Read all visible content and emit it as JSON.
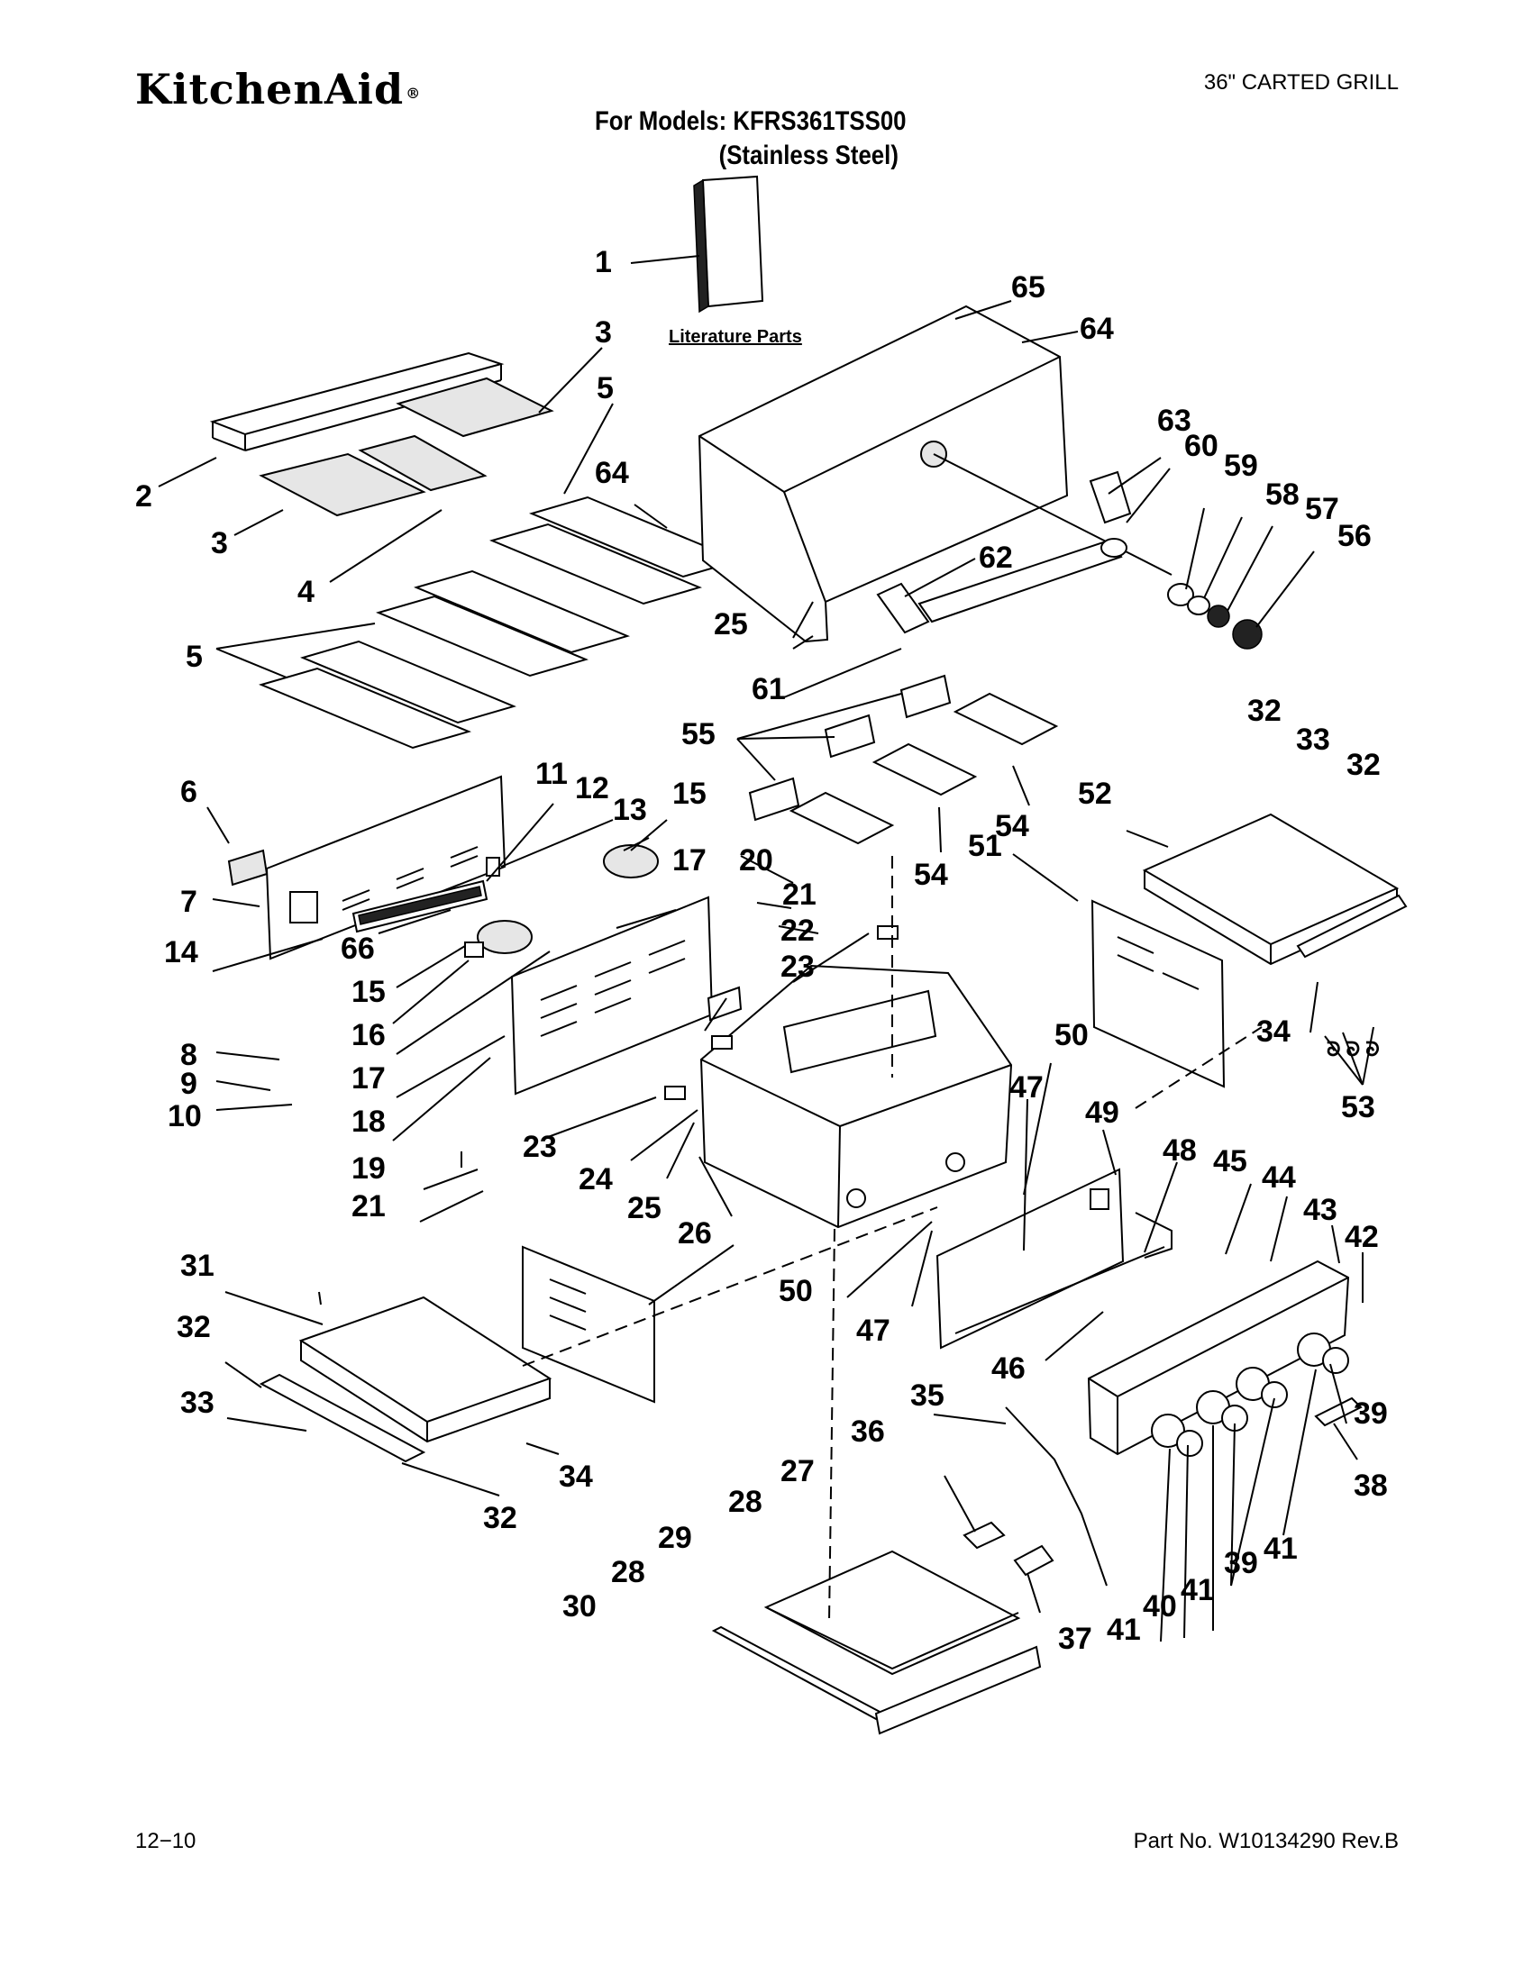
{
  "header": {
    "brand": "KitchenAid",
    "brand_mark": "®",
    "doc_type": "36\" CARTED GRILL",
    "models_line": "For Models: KFRS361TSS00",
    "finish_line": "(Stainless Steel)"
  },
  "diagram": {
    "literature_label": "Literature Parts",
    "callouts": [
      {
        "id": "c1",
        "label": "1"
      },
      {
        "id": "c2",
        "label": "2"
      },
      {
        "id": "c3a",
        "label": "3"
      },
      {
        "id": "c3b",
        "label": "3"
      },
      {
        "id": "c4",
        "label": "4"
      },
      {
        "id": "c5a",
        "label": "5"
      },
      {
        "id": "c5b",
        "label": "5"
      },
      {
        "id": "c6",
        "label": "6"
      },
      {
        "id": "c7",
        "label": "7"
      },
      {
        "id": "c8",
        "label": "8"
      },
      {
        "id": "c9",
        "label": "9"
      },
      {
        "id": "c10",
        "label": "10"
      },
      {
        "id": "c11",
        "label": "11"
      },
      {
        "id": "c12",
        "label": "12"
      },
      {
        "id": "c13",
        "label": "13"
      },
      {
        "id": "c14",
        "label": "14"
      },
      {
        "id": "c15a",
        "label": "15"
      },
      {
        "id": "c15b",
        "label": "15"
      },
      {
        "id": "c16",
        "label": "16"
      },
      {
        "id": "c17a",
        "label": "17"
      },
      {
        "id": "c17b",
        "label": "17"
      },
      {
        "id": "c18",
        "label": "18"
      },
      {
        "id": "c19",
        "label": "19"
      },
      {
        "id": "c20",
        "label": "20"
      },
      {
        "id": "c21a",
        "label": "21"
      },
      {
        "id": "c21b",
        "label": "21"
      },
      {
        "id": "c22",
        "label": "22"
      },
      {
        "id": "c23a",
        "label": "23"
      },
      {
        "id": "c23b",
        "label": "23"
      },
      {
        "id": "c24",
        "label": "24"
      },
      {
        "id": "c25a",
        "label": "25"
      },
      {
        "id": "c25b",
        "label": "25"
      },
      {
        "id": "c26",
        "label": "26"
      },
      {
        "id": "c27",
        "label": "27"
      },
      {
        "id": "c28a",
        "label": "28"
      },
      {
        "id": "c28b",
        "label": "28"
      },
      {
        "id": "c29",
        "label": "29"
      },
      {
        "id": "c30",
        "label": "30"
      },
      {
        "id": "c31",
        "label": "31"
      },
      {
        "id": "c32a",
        "label": "32"
      },
      {
        "id": "c32b",
        "label": "32"
      },
      {
        "id": "c32c",
        "label": "32"
      },
      {
        "id": "c32d",
        "label": "32"
      },
      {
        "id": "c33a",
        "label": "33"
      },
      {
        "id": "c33b",
        "label": "33"
      },
      {
        "id": "c34a",
        "label": "34"
      },
      {
        "id": "c34b",
        "label": "34"
      },
      {
        "id": "c35",
        "label": "35"
      },
      {
        "id": "c36",
        "label": "36"
      },
      {
        "id": "c37",
        "label": "37"
      },
      {
        "id": "c38",
        "label": "38"
      },
      {
        "id": "c39a",
        "label": "39"
      },
      {
        "id": "c39b",
        "label": "39"
      },
      {
        "id": "c40",
        "label": "40"
      },
      {
        "id": "c41a",
        "label": "41"
      },
      {
        "id": "c41b",
        "label": "41"
      },
      {
        "id": "c41c",
        "label": "41"
      },
      {
        "id": "c42",
        "label": "42"
      },
      {
        "id": "c43",
        "label": "43"
      },
      {
        "id": "c44",
        "label": "44"
      },
      {
        "id": "c45",
        "label": "45"
      },
      {
        "id": "c46",
        "label": "46"
      },
      {
        "id": "c47a",
        "label": "47"
      },
      {
        "id": "c47b",
        "label": "47"
      },
      {
        "id": "c48",
        "label": "48"
      },
      {
        "id": "c49",
        "label": "49"
      },
      {
        "id": "c50a",
        "label": "50"
      },
      {
        "id": "c50b",
        "label": "50"
      },
      {
        "id": "c51",
        "label": "51"
      },
      {
        "id": "c52",
        "label": "52"
      },
      {
        "id": "c53",
        "label": "53"
      },
      {
        "id": "c54a",
        "label": "54"
      },
      {
        "id": "c54b",
        "label": "54"
      },
      {
        "id": "c55",
        "label": "55"
      },
      {
        "id": "c56",
        "label": "56"
      },
      {
        "id": "c57",
        "label": "57"
      },
      {
        "id": "c58",
        "label": "58"
      },
      {
        "id": "c59",
        "label": "59"
      },
      {
        "id": "c60",
        "label": "60"
      },
      {
        "id": "c61",
        "label": "61"
      },
      {
        "id": "c62",
        "label": "62"
      },
      {
        "id": "c63",
        "label": "63"
      },
      {
        "id": "c64a",
        "label": "64"
      },
      {
        "id": "c64b",
        "label": "64"
      },
      {
        "id": "c65",
        "label": "65"
      },
      {
        "id": "c66",
        "label": "66"
      }
    ]
  },
  "footer": {
    "date": "12−10",
    "part_number": "Part No. W10134290 Rev.B"
  }
}
